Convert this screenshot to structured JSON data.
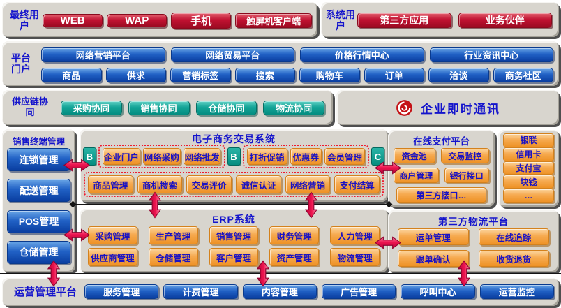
{
  "colors": {
    "label_blue": "#1414cc",
    "button_red": "#c11232",
    "button_blue": "#1a55bb",
    "button_teal": "#0ea094",
    "button_orange": "#f4a648",
    "orange_text_blue": "#1a12c4",
    "dotted_border_red": "#ef1a2e",
    "arrow_pink": "#ee1550",
    "panel_gray": "#d8d5ce",
    "connector_black": "#141414"
  },
  "users": {
    "left": {
      "label": "最终用户",
      "buttons": [
        "WEB",
        "WAP",
        "手机",
        "触屏机客户端"
      ]
    },
    "right": {
      "label": "系统用户",
      "buttons": [
        "第三方应用",
        "业务伙伴"
      ]
    }
  },
  "portal": {
    "label": "平台门户",
    "row1": [
      "网络营销平台",
      "网络贸易平台",
      "价格行情中心",
      "行业资讯中心"
    ],
    "row2": [
      "商品",
      "供求",
      "营销标签",
      "搜索",
      "购物车",
      "订单",
      "洽谈",
      "商务社区"
    ]
  },
  "supply": {
    "label": "供应链协同",
    "buttons": [
      "采购协同",
      "销售协同",
      "仓储协同",
      "物流协同"
    ],
    "im_label": "企业即时通讯",
    "im_icon": "red-spiral-icon"
  },
  "sidebar": {
    "title": "销售终端管理",
    "buttons": [
      "连锁管理",
      "配送管理",
      "POS管理",
      "仓储管理"
    ]
  },
  "ecommerce": {
    "title": "电子商务交易系统",
    "badge1": "B",
    "badge2": "B",
    "badge3": "C",
    "group1": [
      "企业门户",
      "网络采购",
      "网络批发"
    ],
    "group2": [
      "打折促销",
      "优惠券",
      "会员管理"
    ],
    "group3": [
      "商品管理",
      "商机搜索",
      "交易评价",
      "诚信认证",
      "网络营销",
      "支付结算"
    ]
  },
  "erp": {
    "title": "ERP系统",
    "row1": [
      "采购管理",
      "生产管理",
      "销售管理",
      "财务管理",
      "人力管理"
    ],
    "row2": [
      "供应商管理",
      "仓储管理",
      "客户管理",
      "资产管理",
      "物流管理"
    ]
  },
  "payment": {
    "title": "在线支付平台",
    "row1": [
      "资金池",
      "交易监控"
    ],
    "row2": [
      "商户管理",
      "银行接口"
    ],
    "row3": "第三方接口…"
  },
  "banks": {
    "buttons": [
      "银联",
      "信用卡",
      "支付宝",
      "块钱",
      "…"
    ]
  },
  "logistics": {
    "title": "第三方物流平台",
    "row1": [
      "运单管理",
      "在线追踪"
    ],
    "row2": [
      "跟单确认",
      "收货退货"
    ]
  },
  "ops": {
    "label": "运营管理平台",
    "buttons": [
      "服务管理",
      "计费管理",
      "内容管理",
      "广告管理",
      "呼叫中心",
      "运营监控"
    ]
  }
}
